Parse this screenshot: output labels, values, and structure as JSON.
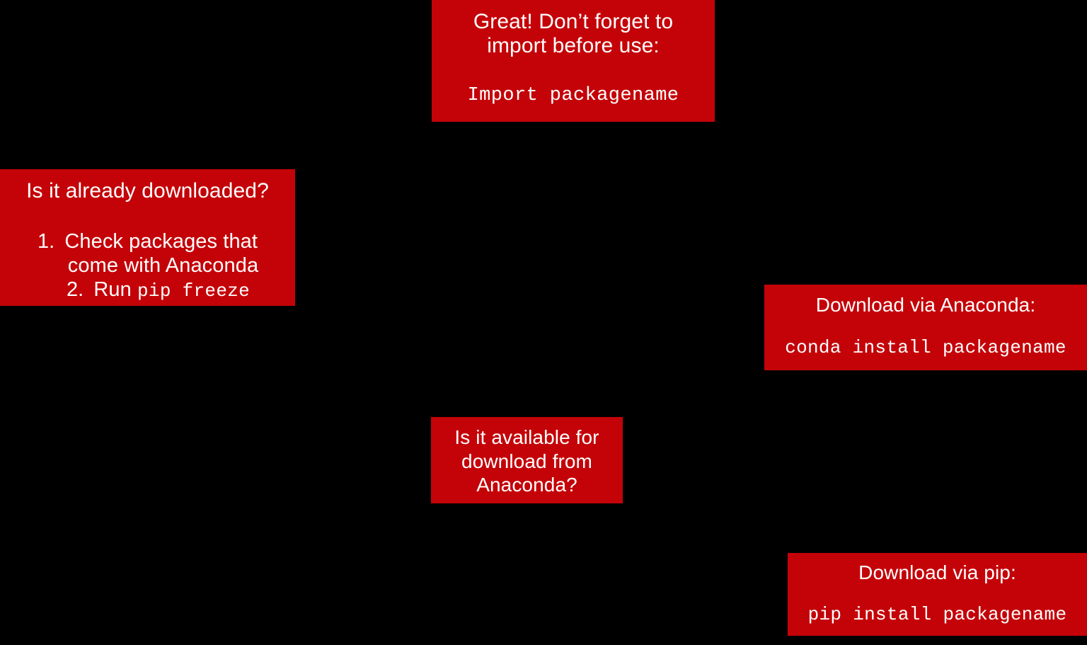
{
  "theme": {
    "background": "#000000",
    "box_fill": "#C40308",
    "text_color": "#FFFFFF"
  },
  "boxes": {
    "import_reminder": {
      "title_line1": "Great! Don’t forget to",
      "title_line2": "import before use:",
      "code": "Import packagename"
    },
    "already_downloaded": {
      "title": "Is it already downloaded?",
      "item1_number": "1.",
      "item1_line1": "Check packages that",
      "item1_line2": "come with Anaconda",
      "item2_number": "2.",
      "item2_text": "Run",
      "item2_code": "pip freeze"
    },
    "download_anaconda": {
      "title": "Download via Anaconda:",
      "code": "conda install packagename"
    },
    "available_from_anaconda": {
      "title_line1": "Is it available for",
      "title_line2": "download from",
      "title_line3": "Anaconda?"
    },
    "download_pip": {
      "title": "Download via pip:",
      "code": "pip install packagename"
    }
  }
}
